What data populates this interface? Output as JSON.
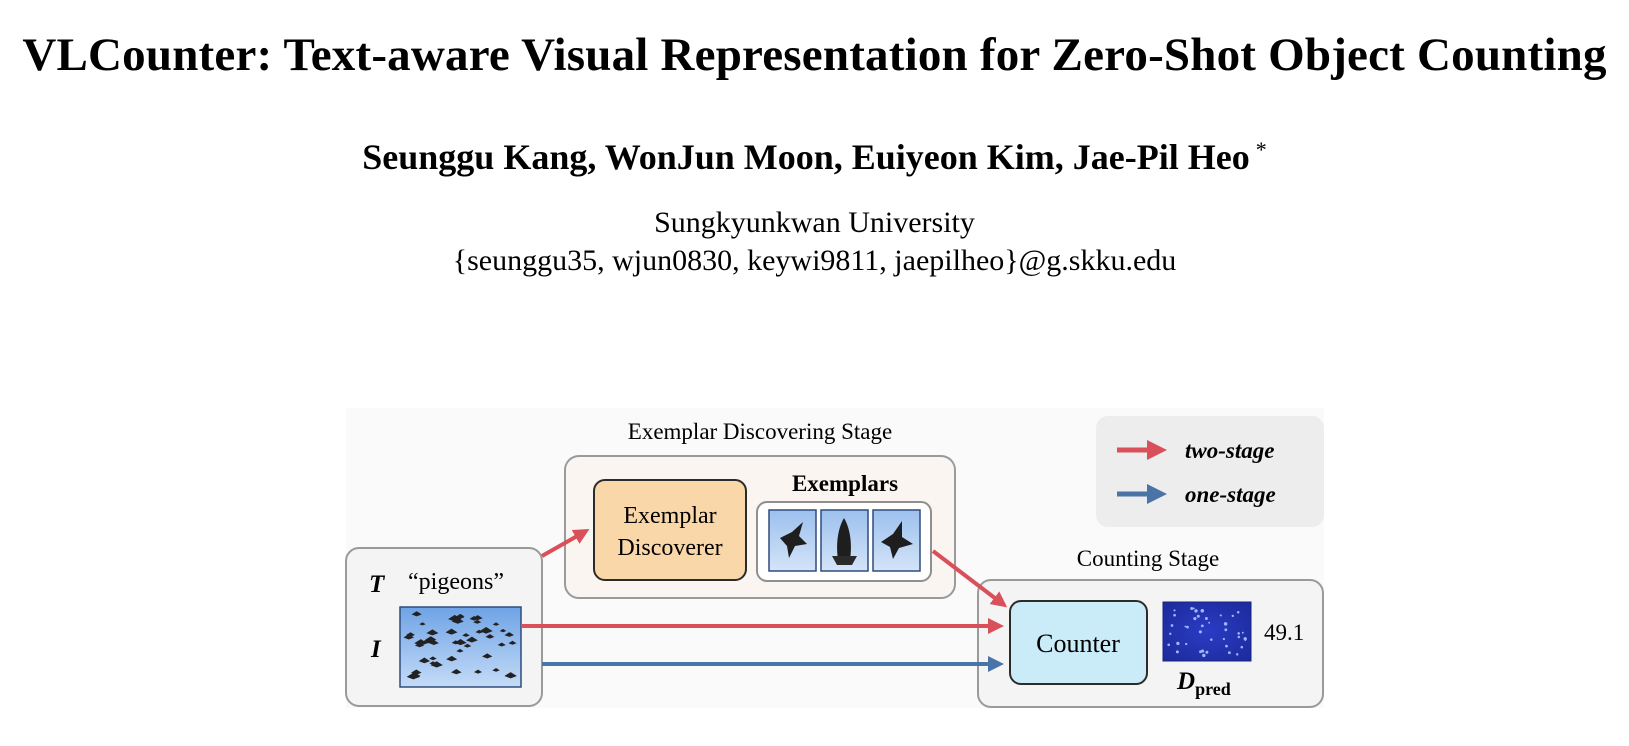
{
  "paper": {
    "title": "VLCounter: Text-aware Visual Representation for Zero-Shot Object Counting",
    "authors": "Seunggu Kang, WonJun Moon, Euiyeon Kim, Jae-Pil Heo",
    "author_mark": "*",
    "affiliation": "Sungkyunkwan University",
    "emails": "{seunggu35, wjun0830, keywi9811, jaepilheo}@g.skku.edu"
  },
  "figure": {
    "stage1_label": "Exemplar Discovering Stage",
    "discoverer_line1": "Exemplar",
    "discoverer_line2": "Discoverer",
    "exemplars_label": "Exemplars",
    "input_T": "T",
    "input_I": "I",
    "text_prompt": "“pigeons”",
    "stage2_label": "Counting Stage",
    "counter_label": "Counter",
    "count_value": "49.1",
    "density_label": "D",
    "density_sub": "pred",
    "legend": [
      {
        "label": "two-stage",
        "color": "#d9505a"
      },
      {
        "label": "one-stage",
        "color": "#4a74a8"
      }
    ]
  }
}
